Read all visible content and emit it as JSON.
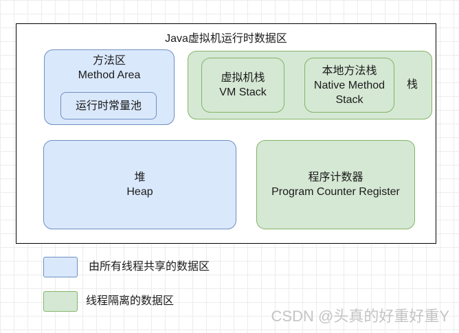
{
  "title": "Java虚拟机运行时数据区",
  "method_area": {
    "name_cn": "方法区",
    "name_en": "Method Area",
    "constant_pool": "运行时常量池"
  },
  "stack": {
    "label": "栈",
    "vm_stack": {
      "name_cn": "虚拟机栈",
      "name_en": "VM Stack"
    },
    "native_stack": {
      "name_cn": "本地方法栈",
      "name_en_line1": "Native Method",
      "name_en_line2": "Stack"
    }
  },
  "heap": {
    "name_cn": "堆",
    "name_en": "Heap"
  },
  "pc_register": {
    "name_cn": "程序计数器",
    "name_en": "Program Counter Register"
  },
  "legend": [
    {
      "color": "#dae8fc",
      "border": "#6c8ebf",
      "label": "由所有线程共享的数据区"
    },
    {
      "color": "#d5e8d4",
      "border": "#82b366",
      "label": "线程隔离的数据区"
    }
  ],
  "watermark": "CSDN @头真的好重好重Y"
}
